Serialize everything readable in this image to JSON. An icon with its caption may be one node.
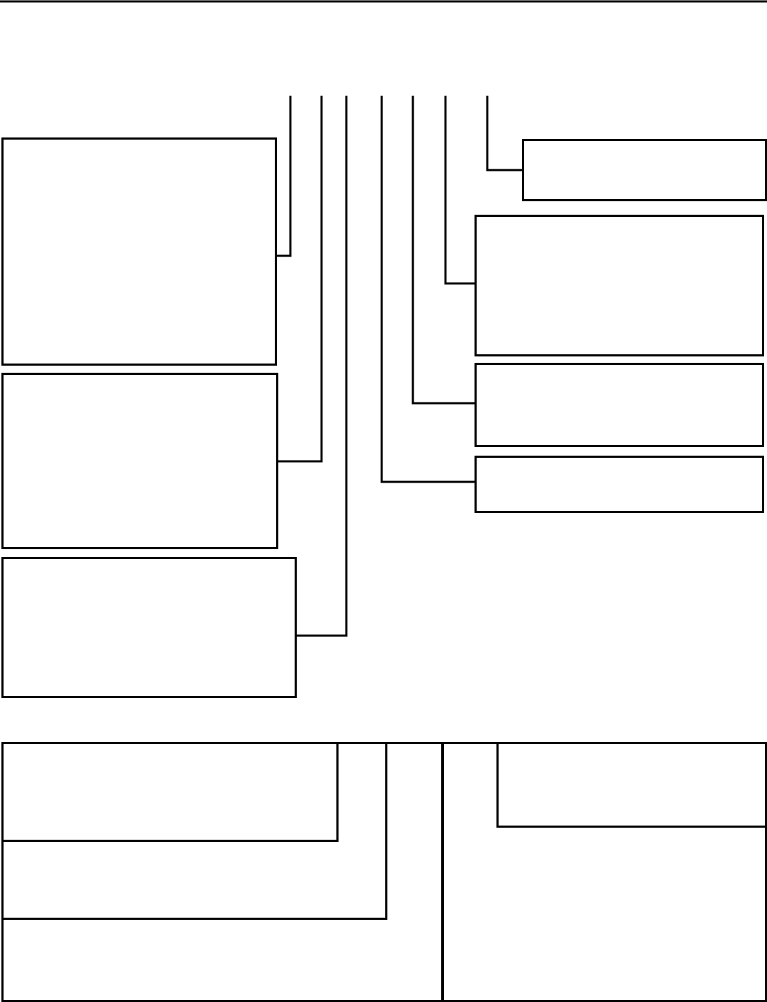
{
  "diagram": {
    "nodes": [
      {
        "text": [],
        "shape": "box"
      },
      {
        "text": [],
        "shape": "box"
      },
      {
        "text": [],
        "shape": "box"
      },
      {
        "text": [],
        "shape": "box"
      },
      {
        "text": [],
        "shape": "box"
      },
      {
        "text": [],
        "shape": "box"
      },
      {
        "text": [],
        "shape": "box"
      },
      {
        "text": [],
        "shape": "box"
      },
      {
        "text": [],
        "shape": "box",
        "in": 7
      },
      {
        "text": [],
        "shape": "box",
        "in": 8
      },
      {
        "text": [],
        "shape": "box",
        "in": 9
      },
      {
        "text": [],
        "shape": "box",
        "in": 7
      },
      {
        "text": [],
        "shape": "box",
        "in": 11
      }
    ],
    "edges": [
      {
        "from": null,
        "to": 0,
        "arrow": "none"
      },
      {
        "from": null,
        "to": 1,
        "arrow": "none"
      },
      {
        "from": null,
        "to": 2,
        "arrow": "none"
      },
      {
        "from": null,
        "to": 3,
        "arrow": "none"
      },
      {
        "from": null,
        "to": 4,
        "arrow": "none"
      },
      {
        "from": null,
        "to": 5,
        "arrow": "none"
      },
      {
        "from": null,
        "to": 6,
        "arrow": "none"
      }
    ]
  }
}
